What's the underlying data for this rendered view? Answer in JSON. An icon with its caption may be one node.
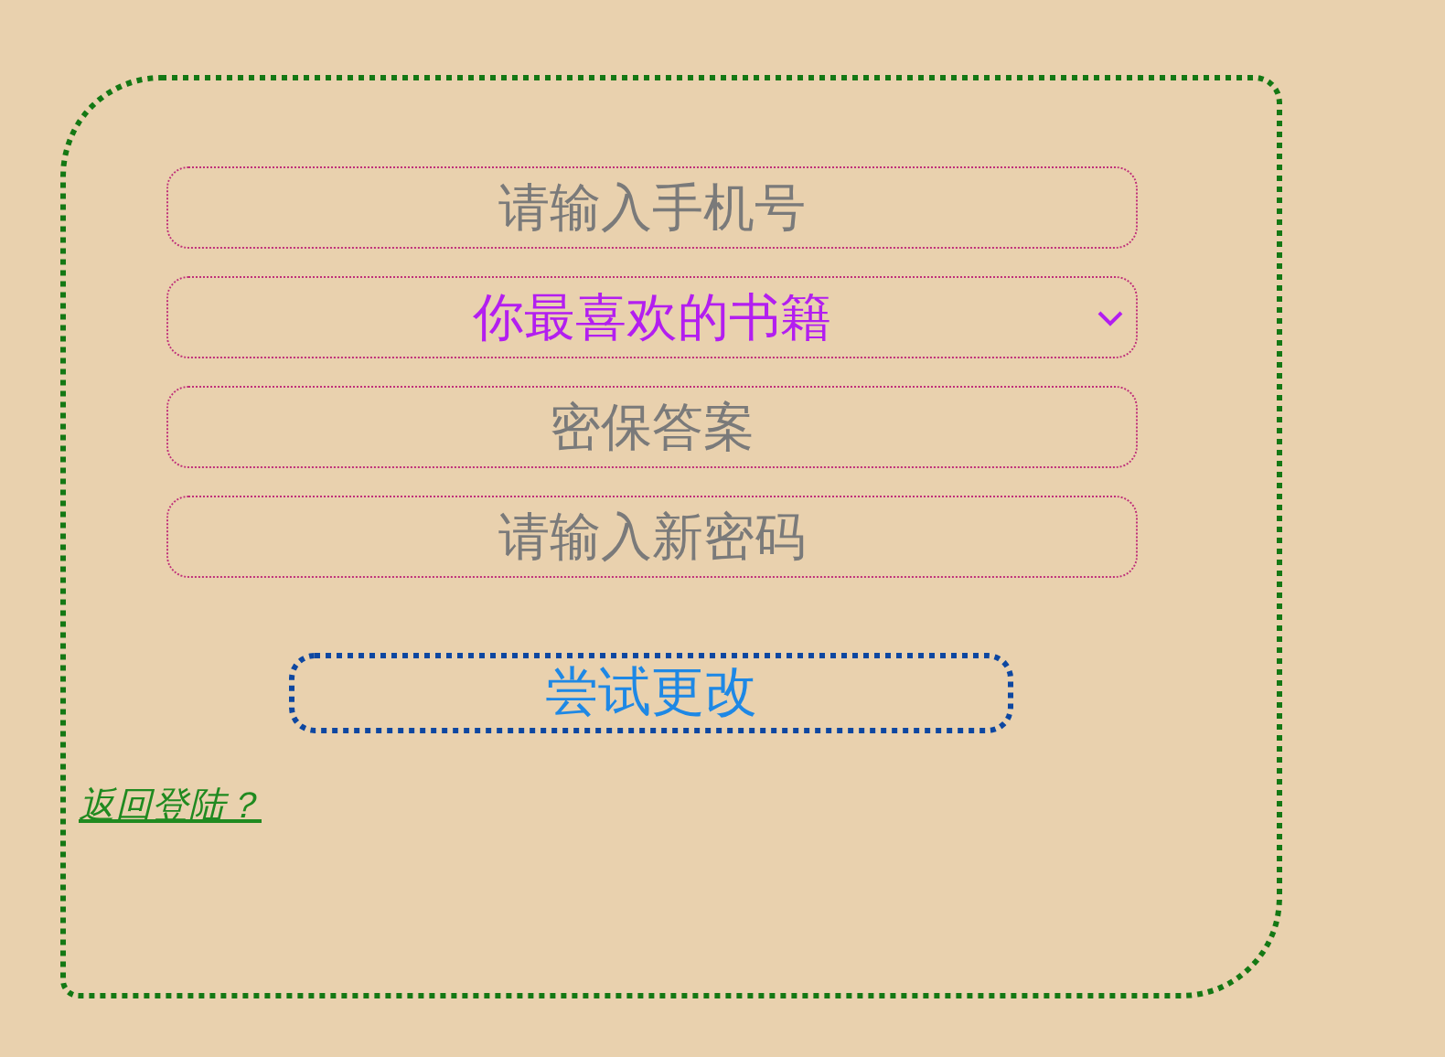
{
  "diagram": {
    "nodes": [
      {
        "text": [],
        "shape": "box"
      },
      {
        "text": [
          "请输入手机号"
        ],
        "in": 0
      },
      {
        "text": [
          "你最喜欢的书籍"
        ],
        "in": 0
      },
      {
        "text": [
          "密保答案"
        ],
        "in": 0
      },
      {
        "text": [
          "请输入新密码"
        ],
        "in": 0
      },
      {
        "text": [
          "尝试更改"
        ],
        "in": 0
      }
    ],
    "labels": [
      "返回登陆？"
    ]
  }
}
